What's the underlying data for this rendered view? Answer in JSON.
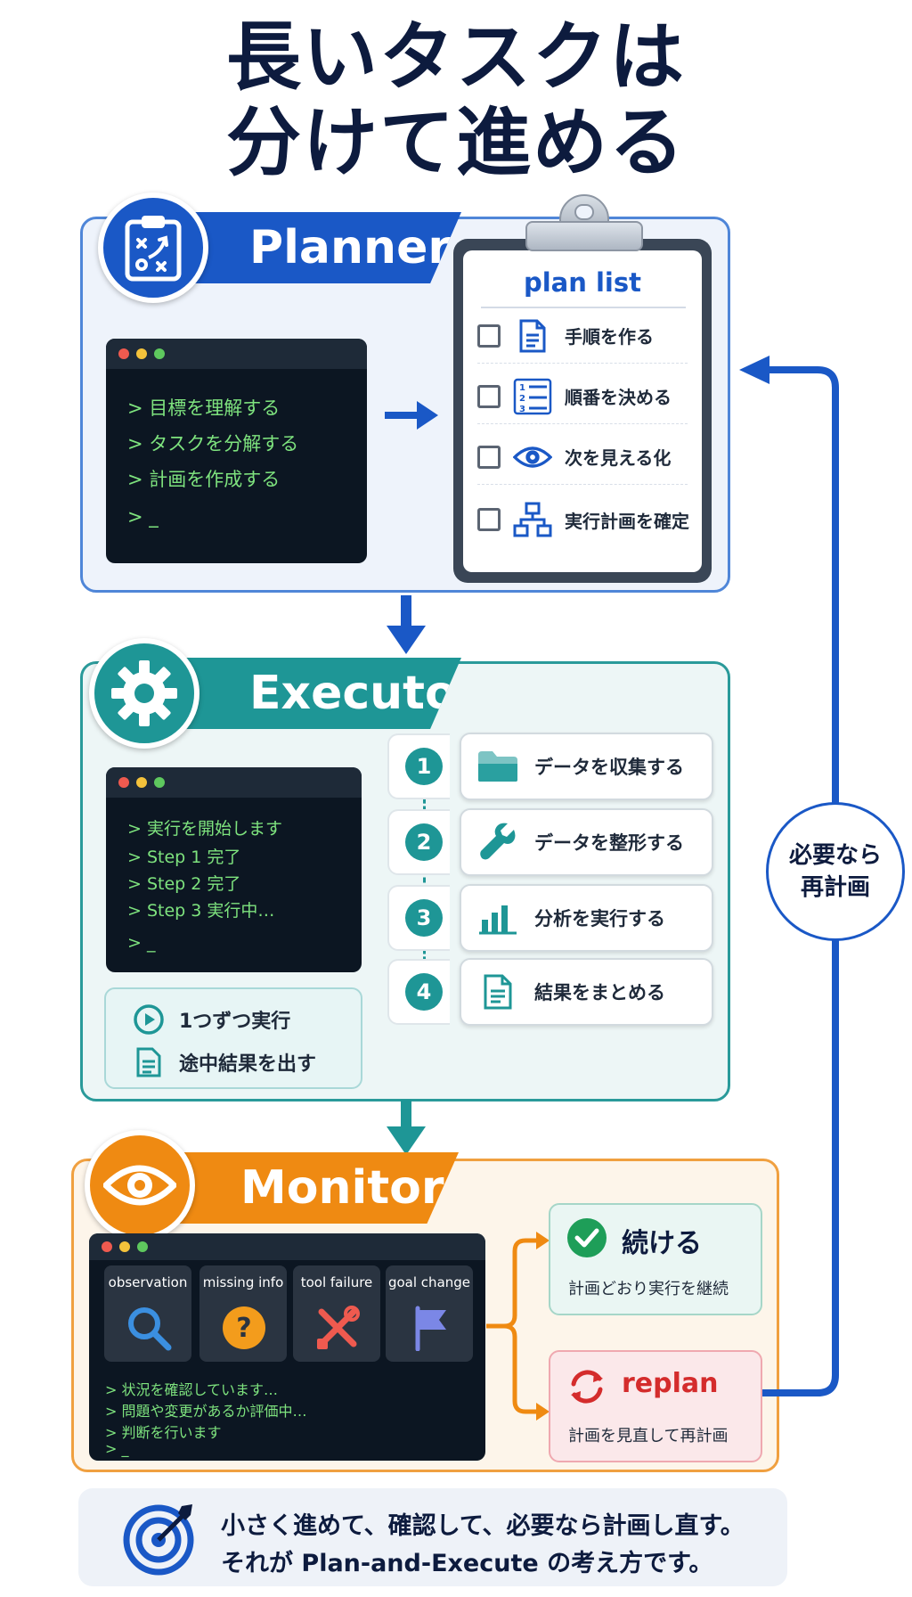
{
  "title": {
    "line1": "長いタスクは",
    "line2": "分けて進める"
  },
  "planner": {
    "name": "Planner",
    "terminal": [
      "> 目標を理解する",
      "> タスクを分解する",
      "> 計画を作成する",
      "> _"
    ],
    "plan_list_title": "plan list",
    "plan_items": [
      {
        "label": "手順を作る",
        "icon": "document-icon"
      },
      {
        "label": "順番を決める",
        "icon": "numbered-list-icon"
      },
      {
        "label": "次を見える化",
        "icon": "eye-icon"
      },
      {
        "label": "実行計画を確定",
        "icon": "hierarchy-icon"
      }
    ]
  },
  "executor": {
    "name": "Executor",
    "terminal": [
      "> 実行を開始します",
      "> Step 1 完了",
      "> Step 2 完了",
      "> Step 3 実行中…",
      "> _"
    ],
    "steps": [
      {
        "num": "1",
        "label": "データを収集する",
        "icon": "folder-icon"
      },
      {
        "num": "2",
        "label": "データを整形する",
        "icon": "wrench-icon"
      },
      {
        "num": "3",
        "label": "分析を実行する",
        "icon": "bar-chart-icon"
      },
      {
        "num": "4",
        "label": "結果をまとめる",
        "icon": "document-icon"
      }
    ],
    "notes": [
      {
        "label": "1つずつ実行",
        "icon": "play-icon"
      },
      {
        "label": "途中結果を出す",
        "icon": "document-icon"
      }
    ]
  },
  "monitor": {
    "name": "Monitor",
    "cards": [
      {
        "label": "observation",
        "icon": "magnifier-icon"
      },
      {
        "label": "missing info",
        "icon": "question-icon"
      },
      {
        "label": "tool failure",
        "icon": "tools-icon"
      },
      {
        "label": "goal change",
        "icon": "flag-icon"
      }
    ],
    "terminal": [
      "> 状況を確認しています…",
      "> 問題や変更があるか評価中…",
      "> 判断を行います",
      "> _"
    ],
    "continue": {
      "title": "続ける",
      "sub": "計画どおり実行を継続"
    },
    "replan": {
      "title": "replan",
      "sub": "計画を見直して再計画"
    }
  },
  "loop": {
    "line1": "必要なら",
    "line2": "再計画"
  },
  "footer": {
    "line1": "小さく進めて、確認して、必要なら計画し直す。",
    "line2": "それが Plan-and-Execute の考え方です。"
  },
  "colors": {
    "planner": "#1a58c6",
    "executor": "#1e9696",
    "monitor": "#ef8a12",
    "continue": "#1e9e58",
    "replan": "#d42c2c"
  }
}
